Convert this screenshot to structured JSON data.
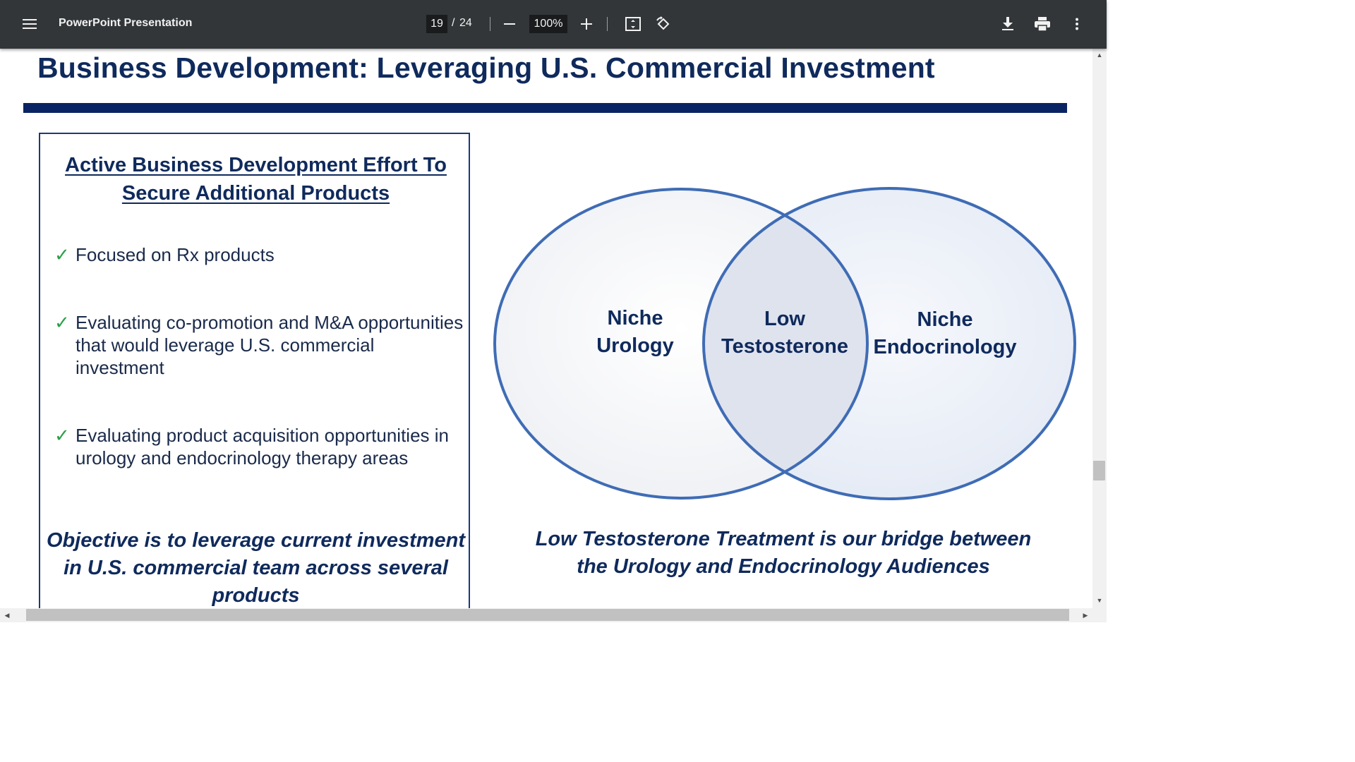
{
  "toolbar": {
    "title": "PowerPoint Presentation",
    "current_page": "19",
    "page_separator": "/",
    "total_pages": "24",
    "zoom": "100%",
    "icons": [
      "menu-icon",
      "zoom-out-icon",
      "zoom-in-icon",
      "fit-page-icon",
      "rotate-icon",
      "download-icon",
      "print-icon",
      "more-options-icon"
    ]
  },
  "slide": {
    "title": "Business Development:  Leveraging U.S. Commercial Investment",
    "left_box": {
      "heading_line1": "Active Business Development Effort To",
      "heading_line2": "Secure Additional Products",
      "check_glyph": "✓",
      "bullets": [
        "Focused on Rx products",
        "Evaluating co-promotion and M&A opportunities that would leverage U.S. commercial investment",
        "Evaluating product acquisition opportunities in urology and endocrinology therapy areas"
      ],
      "objective": "Objective is to leverage current investment in U.S. commercial team across several products"
    },
    "venn": {
      "left_line1": "Niche",
      "left_line2": "Urology",
      "center_line1": "Low",
      "center_line2": "Testosterone",
      "right_line1": "Niche",
      "right_line2": "Endocrinology",
      "circle_color": "#3f6cb5"
    },
    "bridge_line1": "Low Testosterone Treatment is our bridge between",
    "bridge_line2": "the Urology and Endocrinology Audiences"
  },
  "colors": {
    "toolbar_bg": "#323639",
    "title_navy": "#0f2a5c",
    "rule_navy": "#0a2463",
    "check_green": "#2e9e4a"
  }
}
